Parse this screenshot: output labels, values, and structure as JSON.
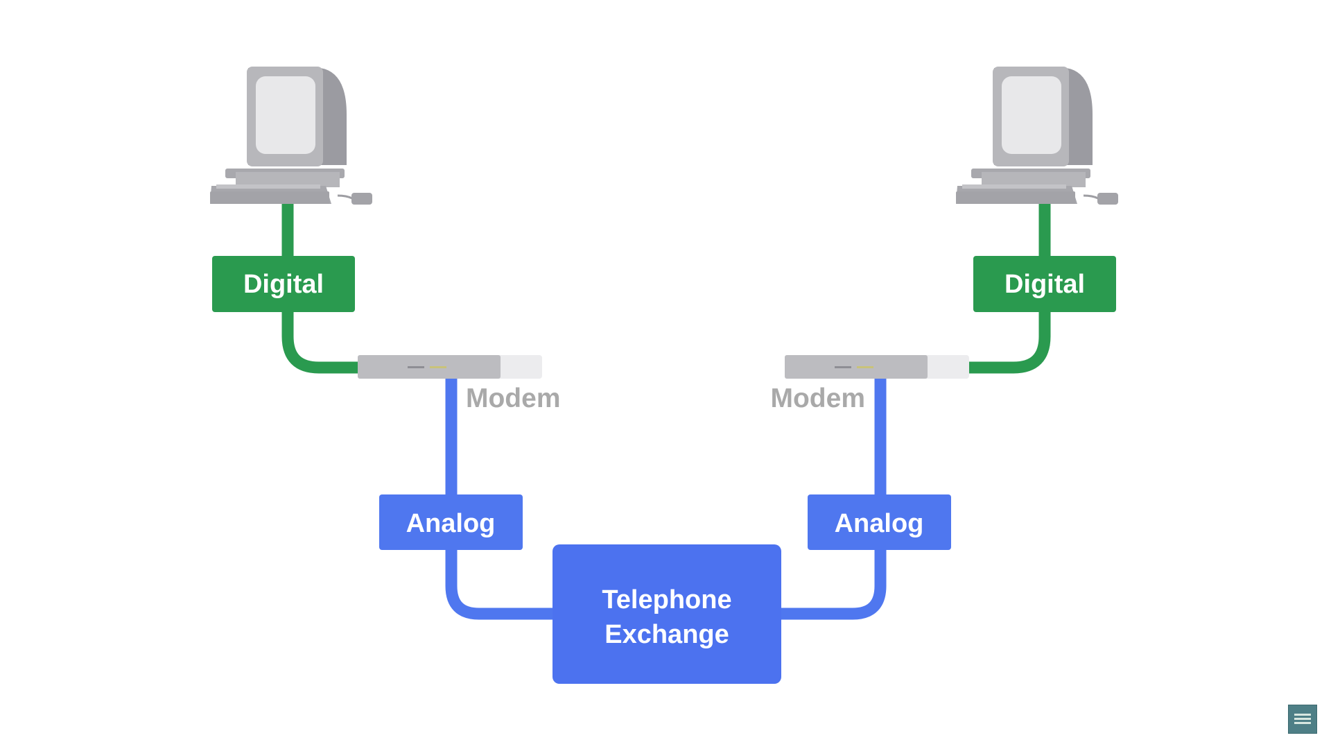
{
  "left": {
    "signal_label": "Digital",
    "modem_label": "Modem",
    "line_label": "Analog"
  },
  "right": {
    "signal_label": "Digital",
    "modem_label": "Modem",
    "line_label": "Analog"
  },
  "exchange": {
    "line1": "Telephone",
    "line2": "Exchange"
  },
  "colors": {
    "digital": "#2a9a4f",
    "analog": "#4f77ef",
    "exchange": "#4c72ef",
    "modem_text": "#a9a9a9",
    "device_gray": "#b9b9bd",
    "device_dark": "#9b9ba1",
    "screen": "#e8e8ea"
  },
  "watermark_icon": "channel-logo-icon"
}
